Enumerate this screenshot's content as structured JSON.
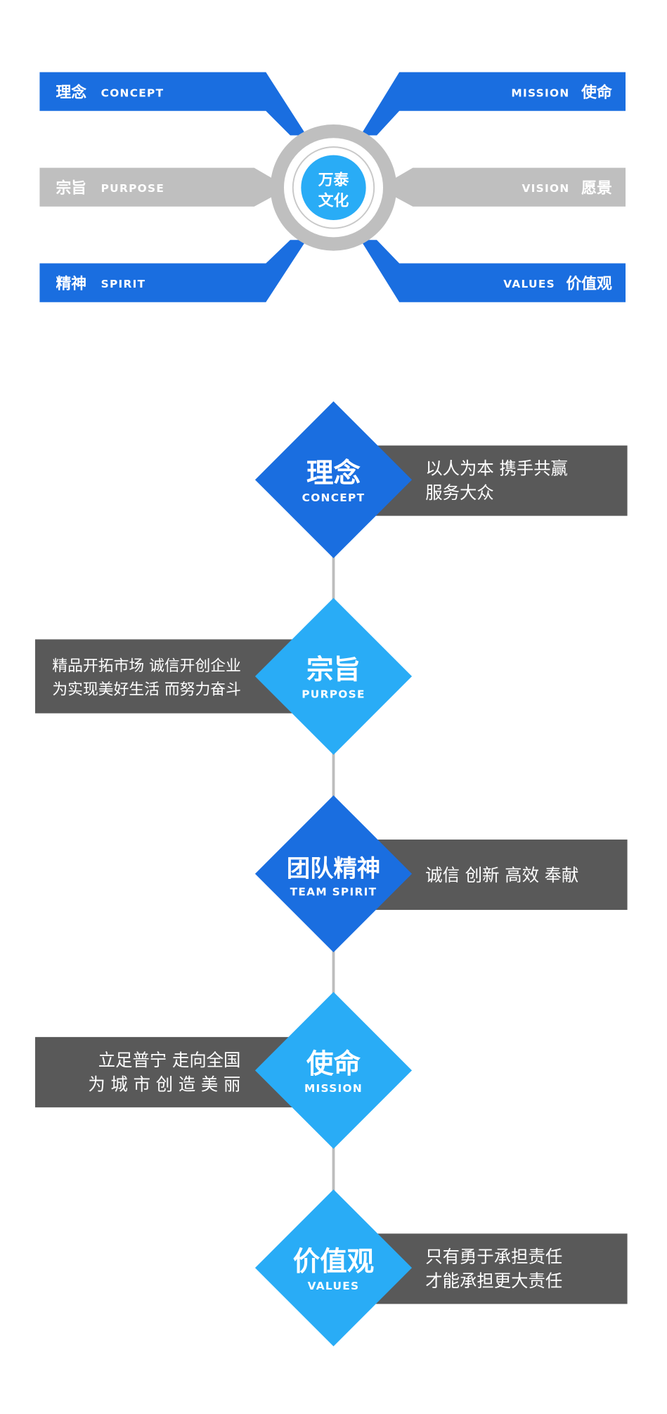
{
  "hub": {
    "line1": "万泰",
    "line2": "文化"
  },
  "spokes": [
    {
      "cn": "理念",
      "en": "CONCEPT"
    },
    {
      "cn": "宗旨",
      "en": "PURPOSE"
    },
    {
      "cn": "精神",
      "en": "SPIRIT"
    },
    {
      "cn": "使命",
      "en": "MISSION"
    },
    {
      "cn": "愿景",
      "en": "VISION"
    },
    {
      "cn": "价值观",
      "en": "VALUES"
    }
  ],
  "items": [
    {
      "cn": "理念",
      "en": "CONCEPT",
      "lines": [
        "以人为本  携手共赢",
        "服务大众"
      ]
    },
    {
      "cn": "宗旨",
      "en": "PURPOSE",
      "lines": [
        "精品开拓市场 诚信开创企业",
        "为实现美好生活 而努力奋斗"
      ]
    },
    {
      "cn": "团队精神",
      "en": "TEAM SPIRIT",
      "lines": [
        "诚信  创新  高效  奉献"
      ]
    },
    {
      "cn": "使命",
      "en": "MISSION",
      "lines": [
        "立足普宁 走向全国",
        "为 城 市 创 造 美 丽"
      ]
    },
    {
      "cn": "价值观",
      "en": "VALUES",
      "lines": [
        "只有勇于承担责任",
        "才能承担更大责任"
      ]
    }
  ],
  "colors": {
    "blue": "#1a6ee0",
    "light_blue": "#29acf6",
    "gray": "#bfbfbf",
    "dark_gray": "#595959",
    "line": "#bdbdbd"
  }
}
